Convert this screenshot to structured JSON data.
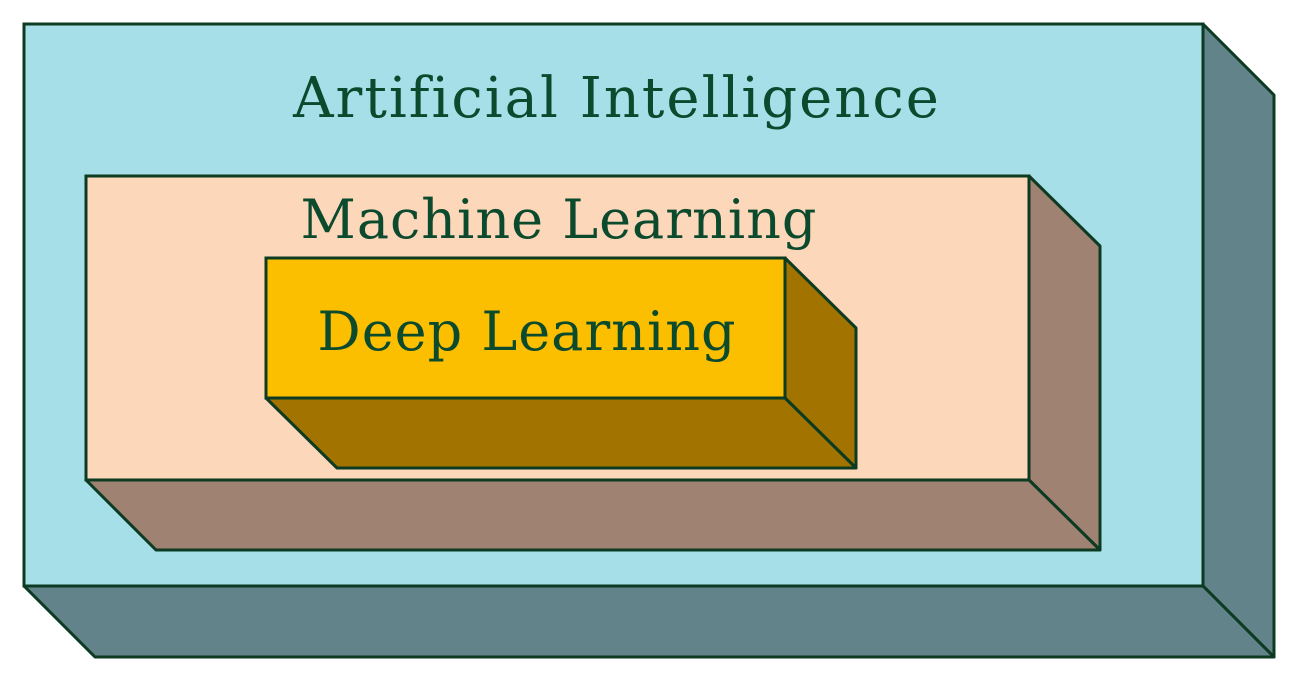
{
  "diagram": {
    "outer": {
      "label": "Artificial Intelligence",
      "front_color": "#a7dfe9",
      "side_color": "#63838a",
      "bottom_color": "#63838a"
    },
    "middle": {
      "label": "Machine Learning",
      "front_color": "#fdd7ba",
      "side_color": "#9f8271",
      "bottom_color": "#9f8271"
    },
    "inner": {
      "label": "Deep Learning",
      "front_color": "#fbbf00",
      "side_color": "#a37300",
      "bottom_color": "#a37300"
    },
    "stroke_color": "#0c3b22",
    "text_color": "#0c4a2e"
  }
}
